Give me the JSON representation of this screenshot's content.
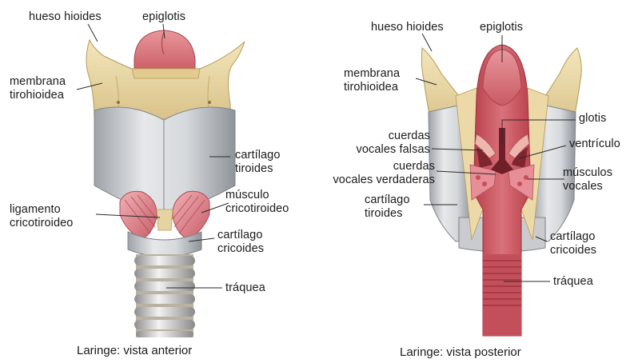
{
  "anterior": {
    "caption": "Laringe: vista anterior",
    "labels": {
      "hueso_hioides": "hueso hioides",
      "epiglotis": "epiglotis",
      "membrana": [
        "membrana",
        "tirohioidea"
      ],
      "cartilago_tiroides": [
        "cartílago",
        "tiroides"
      ],
      "ligamento": [
        "ligamento",
        "cricotiroideo"
      ],
      "musculo": [
        "músculo",
        "cricotiroideo"
      ],
      "cartilago_cricoides": [
        "cartílago",
        "cricoides"
      ],
      "traquea": "tráquea"
    }
  },
  "posterior": {
    "caption": "Laringe: vista posterior",
    "labels": {
      "hueso_hioides": "hueso hioides",
      "epiglotis": "epiglotis",
      "membrana": [
        "membrana",
        "tirohioidea"
      ],
      "glotis": "glotis",
      "cuerdas_falsas": [
        "cuerdas",
        "vocales falsas"
      ],
      "ventriculo": "ventrículo",
      "cuerdas_verdaderas": [
        "cuerdas",
        "vocales verdaderas"
      ],
      "musculos": [
        "músculos",
        "vocales"
      ],
      "cartilago_tiroides": [
        "cartílago",
        "tiroides"
      ],
      "cartilago_cricoides": [
        "cartílago",
        "cricoides"
      ],
      "traquea": "tráquea"
    }
  },
  "colors": {
    "bone": "#e8d7a6",
    "epiglottis": "#d9737a",
    "cartilage": "#bfc3c8",
    "muscle": "#d9828c",
    "trachea": "#d4d4d4",
    "mucosa": "#c9545f"
  }
}
